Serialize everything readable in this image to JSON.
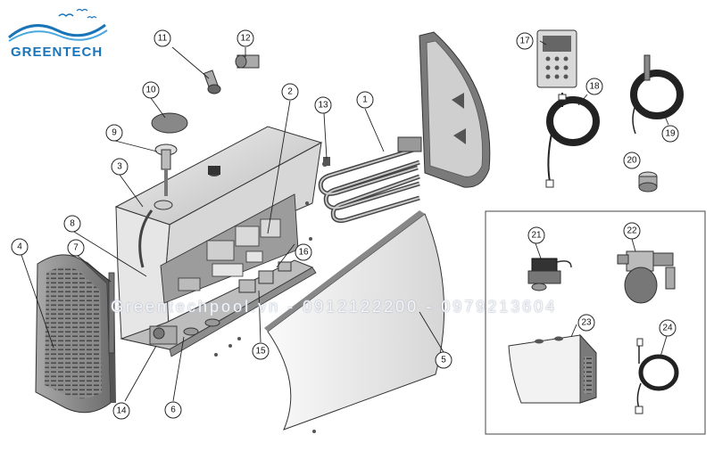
{
  "brand": {
    "name": "GREENTECH",
    "color": "#1a74b8"
  },
  "watermark": "Greentechpool.vn - 0912122200 - 0979213604",
  "callouts": [
    "1",
    "2",
    "3",
    "4",
    "5",
    "6",
    "7",
    "8",
    "9",
    "10",
    "11",
    "12",
    "13",
    "14",
    "15",
    "16",
    "17",
    "18",
    "19",
    "20",
    "21",
    "22",
    "23",
    "24"
  ]
}
